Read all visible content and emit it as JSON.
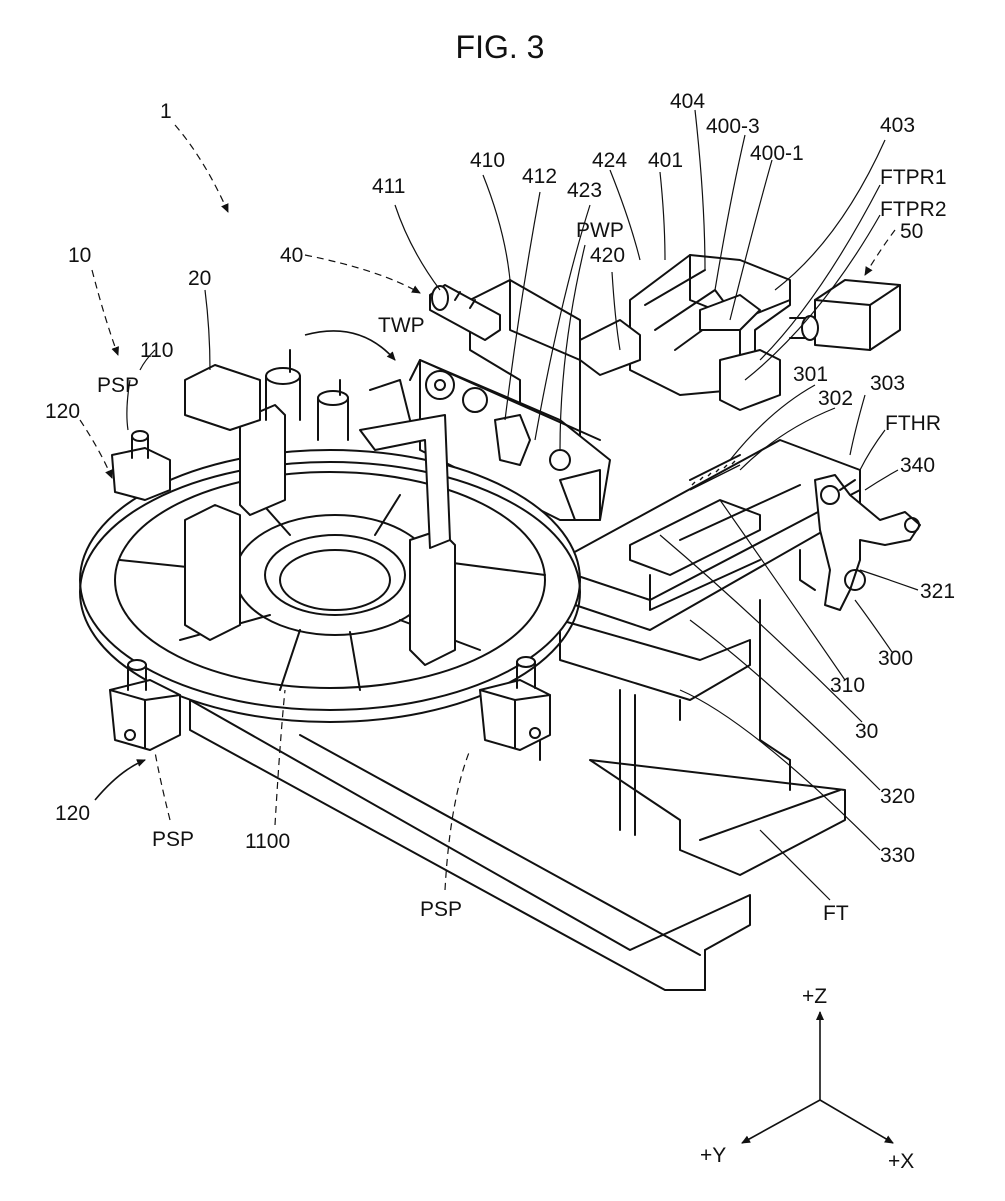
{
  "figure": {
    "title": "FIG. 3"
  },
  "labels": {
    "l1": "1",
    "l10": "10",
    "l20": "20",
    "l40": "40",
    "l50": "50",
    "l110": "110",
    "l120a": "120",
    "l120b": "120",
    "psp1": "PSP",
    "psp2": "PSP",
    "psp3": "PSP",
    "l1100": "1100",
    "twp": "TWP",
    "pwp": "PWP",
    "l411": "411",
    "l410": "410",
    "l412": "412",
    "l423": "423",
    "l424": "424",
    "l401": "401",
    "l404": "404",
    "l4003": "400-3",
    "l4001": "400-1",
    "l403": "403",
    "ftpr1": "FTPR1",
    "ftpr2": "FTPR2",
    "l420": "420",
    "l301": "301",
    "l302": "302",
    "l303": "303",
    "fthr": "FTHR",
    "l340": "340",
    "l321": "321",
    "l300": "300",
    "l310": "310",
    "l30": "30",
    "l320": "320",
    "l330": "330",
    "ft": "FT"
  },
  "axes": {
    "z": "+Z",
    "y": "+Y",
    "x": "+X"
  }
}
